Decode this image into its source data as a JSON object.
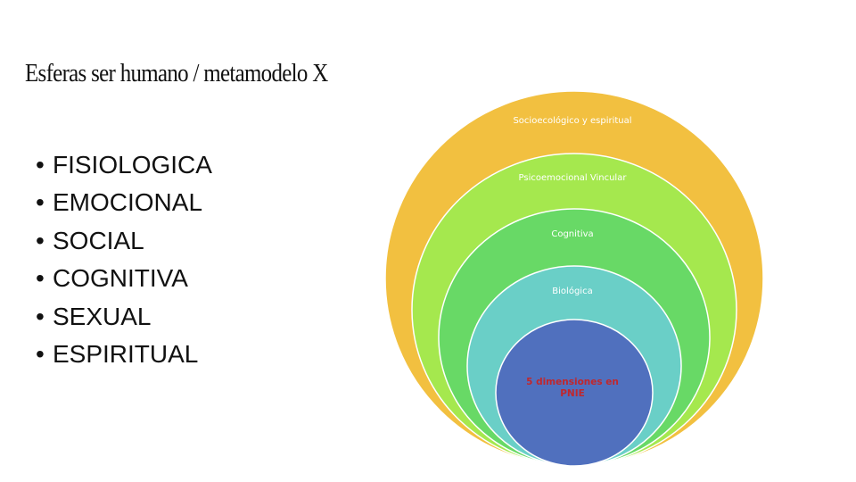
{
  "slide": {
    "title": "Esferas ser humano / metamodelo X",
    "bullets": [
      {
        "text": "FISIOLOGICA"
      },
      {
        "text": "EMOCIONAL"
      },
      {
        "text": "SOCIAL"
      },
      {
        "text": "COGNITIVA"
      },
      {
        "text": "SEXUAL"
      },
      {
        "text": "ESPIRITUAL"
      }
    ]
  },
  "diagram": {
    "spheres": [
      {
        "label": "Socioecológico y espiritual",
        "color": "#f2c040"
      },
      {
        "label": "Psicoemocional  Vincular",
        "color": "#a5e84e"
      },
      {
        "label": "Cognitiva",
        "color": "#68d966"
      },
      {
        "label": "Biológica",
        "color": "#6acfc7"
      }
    ],
    "core": {
      "line1": "5 dimensiones en",
      "line2": "PNIE",
      "color": "#5070be",
      "text_color": "#c0272d"
    }
  }
}
